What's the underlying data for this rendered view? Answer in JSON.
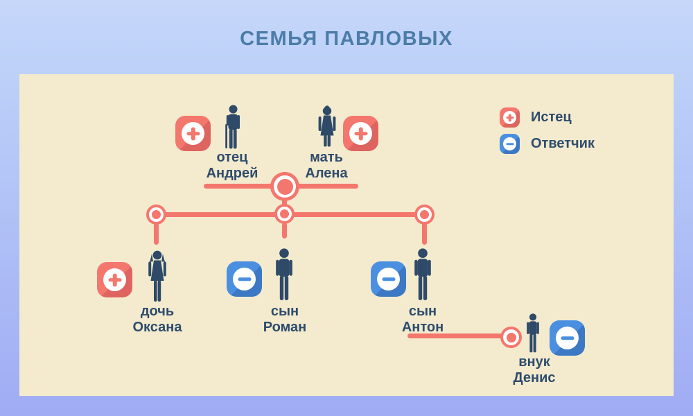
{
  "title": "СЕМЬЯ ПАВЛОВЫХ",
  "legend": {
    "plaintiff": {
      "label": "Истец",
      "symbol": "plus",
      "badge_color": "#f4776d"
    },
    "defendant": {
      "label": "Ответчик",
      "symbol": "minus",
      "badge_color": "#4b90e0"
    }
  },
  "people": {
    "father": {
      "role": "отец",
      "name": "Андрей",
      "badge": "plus",
      "status": "Истец",
      "figure": "elderly-man-with-cane"
    },
    "mother": {
      "role": "мать",
      "name": "Алена",
      "badge": "plus",
      "status": "Истец",
      "figure": "woman"
    },
    "daughter": {
      "role": "дочь",
      "name": "Оксана",
      "badge": "plus",
      "status": "Истец",
      "figure": "woman"
    },
    "son_roman": {
      "role": "сын",
      "name": "Роман",
      "badge": "minus",
      "status": "Ответчик",
      "figure": "man"
    },
    "son_anton": {
      "role": "сын",
      "name": "Антон",
      "badge": "minus",
      "status": "Ответчик",
      "figure": "man"
    },
    "grandson": {
      "role": "внук",
      "name": "Денис",
      "badge": "minus",
      "status": "Ответчик",
      "figure": "man"
    }
  },
  "colors": {
    "plaintiff_badge": "#f4776d",
    "plaintiff_badge_shadow": "#de6460",
    "defendant_badge": "#4b90e0",
    "defendant_badge_shadow": "#3c78c3",
    "connector": "#f4776d",
    "figure_silhouette": "#2e4a68",
    "label_text": "#2e4c6d",
    "title_text": "#4c7ca8",
    "panel_background": "#f4ebce",
    "page_background_top": "#c7d7fa",
    "page_background_bottom": "#a0acf4"
  }
}
